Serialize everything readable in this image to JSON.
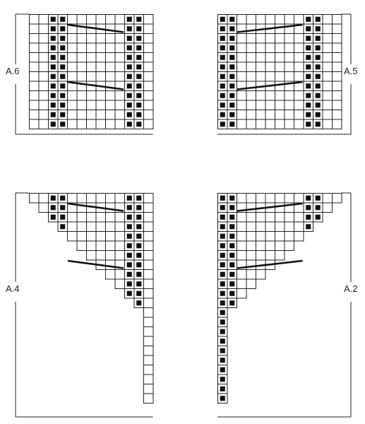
{
  "colors": {
    "ink": "#111111",
    "grid": "#222222",
    "paper": "#ffffff"
  },
  "charts": [
    {
      "id": "a6",
      "label": "A.6",
      "side": "left",
      "shape": "rect",
      "cols": 13,
      "rows": 12,
      "dark_cols": [
        3,
        4,
        11,
        12
      ],
      "cable_rows": [
        2,
        8
      ]
    },
    {
      "id": "a5",
      "label": "A.5",
      "side": "right",
      "shape": "rect",
      "cols": 13,
      "rows": 12,
      "dark_cols": [
        1,
        2,
        10,
        11
      ],
      "cable_rows": [
        2,
        8
      ]
    },
    {
      "id": "a4",
      "label": "A.4",
      "side": "left",
      "shape": "triangle",
      "cols": 13,
      "rows": 22,
      "dark_cols": [
        3,
        4,
        11,
        12
      ],
      "cable_rows": [
        2,
        8
      ]
    },
    {
      "id": "a2",
      "label": "A.2",
      "side": "right",
      "shape": "triangle",
      "cols": 13,
      "rows": 22,
      "dark_cols": [
        1,
        2,
        10,
        11
      ],
      "cable_rows": [
        2,
        8
      ]
    }
  ]
}
